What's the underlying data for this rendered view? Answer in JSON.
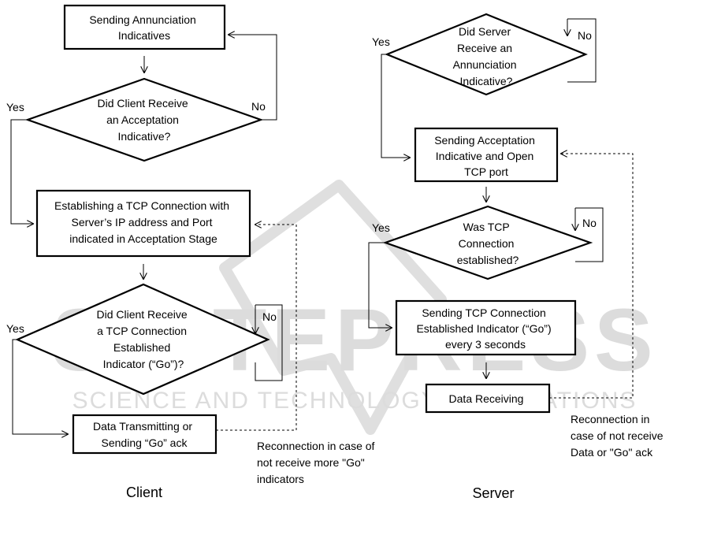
{
  "watermark": {
    "big": "SCITEPRESS",
    "small": "SCIENCE AND TECHNOLOGY PUBLICATIONS"
  },
  "client": {
    "caption": "Client",
    "sending_annunciation": [
      "Sending Annunciation",
      "Indicatives"
    ],
    "did_client_receive_acceptation": [
      "Did Client Receive",
      "an Acceptation",
      "Indicative?"
    ],
    "establishing_tcp": [
      "Establishing a TCP Connection with",
      "Server’s IP address and Port",
      "indicated in Acceptation Stage"
    ],
    "did_client_receive_go": [
      "Did Client Receive",
      "a TCP Connection",
      "Established",
      "Indicator (“Go”)?"
    ],
    "data_transmitting": [
      "Data Transmitting or",
      "Sending “Go” ack"
    ],
    "reconnection_note": [
      "Reconnection in case of",
      "not receive more \"Go\"",
      "indicators"
    ],
    "yes_1": "Yes",
    "no_1": "No",
    "yes_2": "Yes",
    "no_2": "No"
  },
  "server": {
    "caption": "Server",
    "did_server_receive": [
      "Did Server",
      "Receive an",
      "Annunciation",
      "Indicative?"
    ],
    "sending_acceptation": [
      "Sending Acceptation",
      "Indicative and Open",
      "TCP port"
    ],
    "was_tcp_established": [
      "Was TCP",
      "Connection",
      "established?"
    ],
    "sending_go": [
      "Sending TCP Connection",
      "Established Indicator (“Go”)",
      "every 3 seconds"
    ],
    "data_receiving": [
      "Data Receiving"
    ],
    "reconnection_note": [
      "Reconnection in",
      "case of not receive",
      "Data or  \"Go\" ack"
    ],
    "yes_1": "Yes",
    "no_1": "No",
    "yes_2": "Yes",
    "no_2": "No"
  }
}
